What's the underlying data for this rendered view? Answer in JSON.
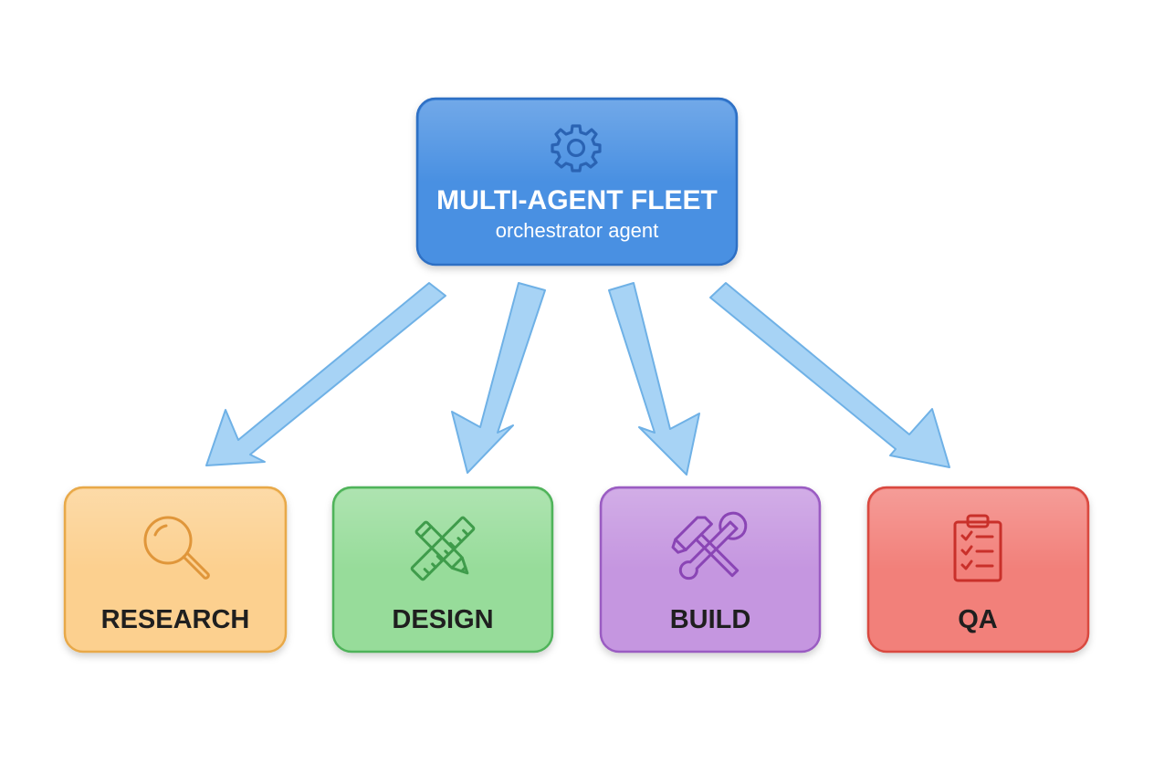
{
  "orchestrator": {
    "title": "MULTI-AGENT FLEET",
    "subtitle": "orchestrator agent",
    "icon": "gear-icon",
    "fill": "#4a90e2",
    "border": "#2f6fc4",
    "text_color": "#ffffff",
    "icon_color": "#2a63b3"
  },
  "agents": [
    {
      "label": "RESEARCH",
      "icon": "magnifier-icon",
      "fill": "#fcd08f",
      "border": "#e8a94a",
      "icon_color": "#e0963a"
    },
    {
      "label": "DESIGN",
      "icon": "pencil-ruler-icon",
      "fill": "#97dc9a",
      "border": "#4fb35a",
      "icon_color": "#3f9c4b"
    },
    {
      "label": "BUILD",
      "icon": "hammer-wrench-icon",
      "fill": "#c596e0",
      "border": "#9a5cc2",
      "icon_color": "#8a45b5"
    },
    {
      "label": "QA",
      "icon": "clipboard-checklist-icon",
      "fill": "#f2807a",
      "border": "#d9483f",
      "icon_color": "#c9302a"
    }
  ],
  "arrows": {
    "fill": "#a7d3f5",
    "stroke": "#6fb1e6"
  }
}
